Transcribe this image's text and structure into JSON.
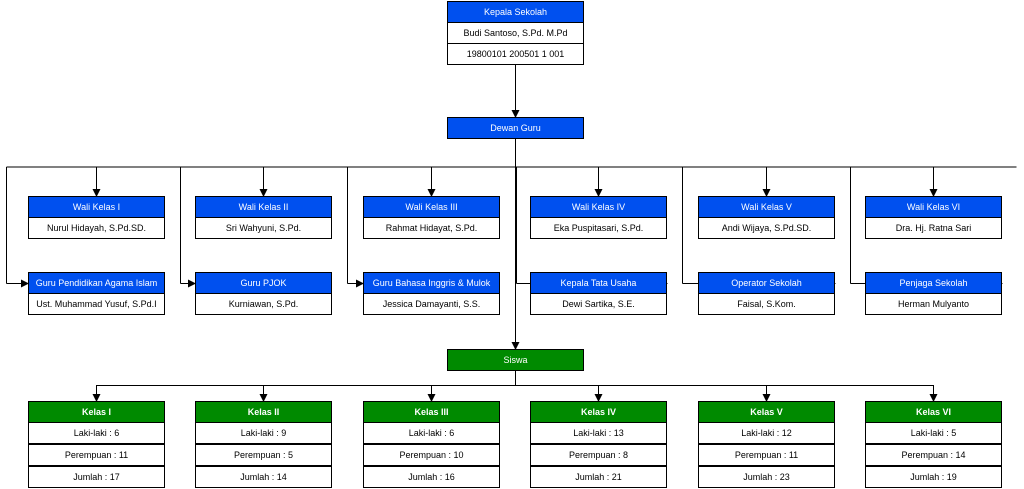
{
  "head": {
    "title": "Kepala Sekolah",
    "name": "Budi Santoso, S.Pd. M.Pd",
    "nip": "19800101 200501 1 001"
  },
  "council": "Dewan Guru",
  "wali_kelas": [
    {
      "title": "Wali Kelas I",
      "name": "Nurul Hidayah, S.Pd.SD."
    },
    {
      "title": "Wali Kelas II",
      "name": "Sri Wahyuni, S.Pd."
    },
    {
      "title": "Wali Kelas III",
      "name": "Rahmat Hidayat, S.Pd."
    },
    {
      "title": "Wali Kelas IV",
      "name": "Eka Puspitasari, S.Pd."
    },
    {
      "title": "Wali Kelas V",
      "name": "Andi Wijaya, S.Pd.SD."
    },
    {
      "title": "Wali Kelas VI",
      "name": "Dra. Hj. Ratna Sari"
    }
  ],
  "staff": [
    {
      "title": "Guru Pendidikan Agama Islam",
      "name": "Ust. Muhammad Yusuf, S.Pd.I"
    },
    {
      "title": "Guru PJOK",
      "name": "Kurniawan, S.Pd."
    },
    {
      "title": "Guru Bahasa Inggris & Mulok",
      "name": "Jessica Damayanti, S.S."
    },
    {
      "title": "Kepala Tata Usaha",
      "name": "Dewi Sartika, S.E."
    },
    {
      "title": "Operator Sekolah",
      "name": "Faisal, S.Kom."
    },
    {
      "title": "Penjaga Sekolah",
      "name": "Herman Mulyanto"
    }
  ],
  "students": "Siswa",
  "classes": [
    {
      "name": "Kelas I",
      "male": "Laki-laki : 6",
      "female": "Perempuan : 11",
      "total": "Jumlah : 17"
    },
    {
      "name": "Kelas II",
      "male": "Laki-laki : 9",
      "female": "Perempuan : 5",
      "total": "Jumlah : 14"
    },
    {
      "name": "Kelas III",
      "male": "Laki-laki : 6",
      "female": "Perempuan : 10",
      "total": "Jumlah : 16"
    },
    {
      "name": "Kelas IV",
      "male": "Laki-laki : 13",
      "female": "Perempuan : 8",
      "total": "Jumlah : 21"
    },
    {
      "name": "Kelas V",
      "male": "Laki-laki : 12",
      "female": "Perempuan : 11",
      "total": "Jumlah : 23"
    },
    {
      "name": "Kelas VI",
      "male": "Laki-laki : 5",
      "female": "Perempuan : 14",
      "total": "Jumlah : 19"
    }
  ],
  "colors": {
    "primary_blue": "#0050ef",
    "primary_green": "#008a00",
    "line": "#000000"
  }
}
